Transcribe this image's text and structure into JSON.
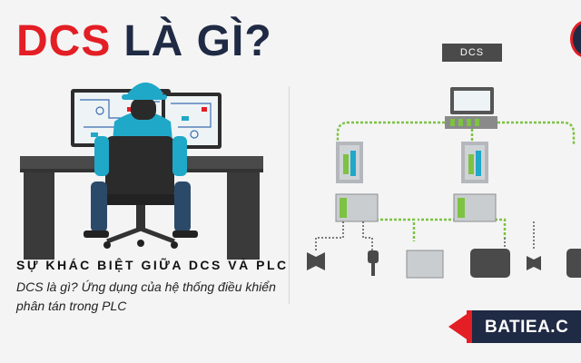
{
  "title": {
    "part1": "DCS",
    "part2": "LÀ GÌ?"
  },
  "subtitle": "SỰ KHÁC BIỆT GIỮA DCS VÀ PLC",
  "description": {
    "line1": "DCS là gì? Ứng dụng của hệ thống điều khiển",
    "line2": "phân tán trong PLC"
  },
  "brand": "BATIEA.C",
  "diagram": {
    "label": "DCS"
  },
  "colors": {
    "accent": "#e31e24",
    "navy": "#1f2a44",
    "network": "#7dc242",
    "cap": "#1fa8c8"
  },
  "icons": [
    "operator-workstation-illustration",
    "dcs-network-diagram"
  ]
}
